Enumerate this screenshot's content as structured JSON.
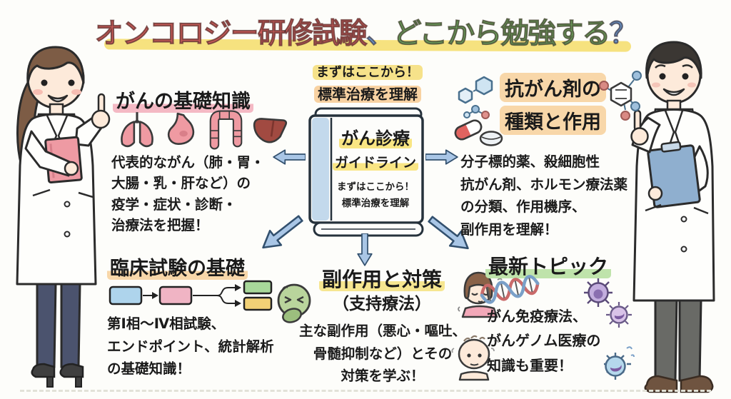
{
  "page": {
    "background": "#fdfdfa",
    "kind": "oncology-study-guide-illustration"
  },
  "title": {
    "part1": "オンコロジー研修試験",
    "comma": "、",
    "part2": "どこから勉強する",
    "qmark": "？",
    "color_part1": "#d5605c",
    "color_part2": "#6fa85f",
    "color_punct": "#6c99cf",
    "underline_color": "#f6e27f"
  },
  "center": {
    "tagline_line1": "まずはここから！",
    "tagline_line2": "標準治療を理解",
    "book": {
      "title_line1": "がん診療",
      "title_line2": "ガイドライン",
      "sub_line1": "まずはここから！",
      "sub_line2": "標準治療を理解",
      "spine_color": "#c3d9ec",
      "highlight_color": "#f9e583"
    },
    "arrows": [
      "arrow-left",
      "arrow-right",
      "arrow-down",
      "arrow-diagonal-down-left",
      "arrow-diagonal-down-right"
    ],
    "arrow_fill": "#a9c6e6",
    "arrow_outline": "#32506e"
  },
  "sections": {
    "basics": {
      "heading": "がんの基礎知識",
      "heading_marker": "#f4b9c4",
      "icons": [
        "lungs-icon",
        "stomach-icon",
        "colon-icon",
        "liver-icon"
      ],
      "body_lines": [
        "代表的ながん（肺・胃・",
        "大腸・乳・肝など）の",
        "疫学・症状・診断・",
        "治療法を把握！"
      ]
    },
    "drugs": {
      "heading_line1": "抗がん剤の",
      "heading_line2": "種類と作用",
      "heading_marker": "#f8d7a9",
      "icons": [
        "molecule-cluster-icon",
        "capsule-icon",
        "tablet-icon",
        "benzene-molecule-icon"
      ],
      "body_lines": [
        "分子標的薬、殺細胞性",
        "抗がん剤、ホルモン療法薬",
        "の分類、作用機序、",
        "副作用を理解！"
      ]
    },
    "trials": {
      "heading": "臨床試験の基礎",
      "heading_marker": "#f8d7a9",
      "icons": [
        "phase-flowchart-icon"
      ],
      "flowchart_colors": [
        "#aed4ec",
        "#f0b4c4",
        "#a8d89a",
        "#f2d176"
      ],
      "body_lines": [
        "第Ⅰ相～Ⅳ相試験、",
        "エンドポイント、統計解析",
        "の基礎知識！"
      ]
    },
    "side_effects": {
      "heading": "副作用と対策",
      "subheading": "（支持療法）",
      "heading_marker": "#f6e690",
      "icons": [
        "nausea-face-icon",
        "distressed-woman-icon",
        "hair-loss-man-icon"
      ],
      "body_lines": [
        "主な副作用（悪心・嘔吐、",
        "骨髄抑制など）とその",
        "対策を学ぶ！"
      ]
    },
    "topics": {
      "heading": "最新トピック",
      "heading_marker": "#bfe3ab",
      "icons": [
        "dna-icon",
        "immune-cell-icon",
        "immune-cell-icon",
        "immune-cell-icon"
      ],
      "body_lines": [
        "がん免疫療法、",
        "がんゲノム医療の",
        "知識も重要！"
      ]
    }
  },
  "figures": {
    "left": "female-doctor-pointing",
    "right": "male-doctor-pointing"
  }
}
